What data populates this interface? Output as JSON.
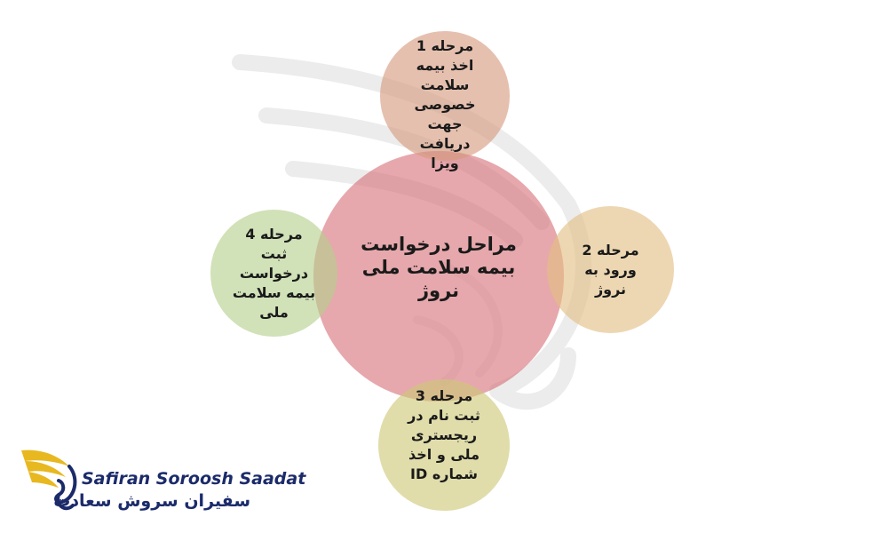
{
  "diagram": {
    "center": "مراحل درخواست بیمه سلامت ملی نروژ",
    "steps": [
      {
        "title": "مرحله 1",
        "text": "اخذ بیمه سلامت خصوصی جهت دریافت ویزا"
      },
      {
        "title": "مرحله 2",
        "text": "ورود به نروژ"
      },
      {
        "title": "مرحله 3",
        "text": "ثبت نام در ریجستری ملی و اخذ شماره ID"
      },
      {
        "title": "مرحله 4",
        "text": "ثبت درخواست بیمه سلامت ملی"
      }
    ]
  },
  "logo": {
    "name_en": "Safiran Soroosh Saadat",
    "name_fa": "سفیران سروش سعادت"
  },
  "colors": {
    "center": "#d66e74",
    "step1": "#d69a7e",
    "step2": "#e2be82",
    "step3": "#cdc878",
    "step4": "#b4ce8c",
    "logo_gold": "#e8b820",
    "logo_navy": "#1b2b6a"
  }
}
